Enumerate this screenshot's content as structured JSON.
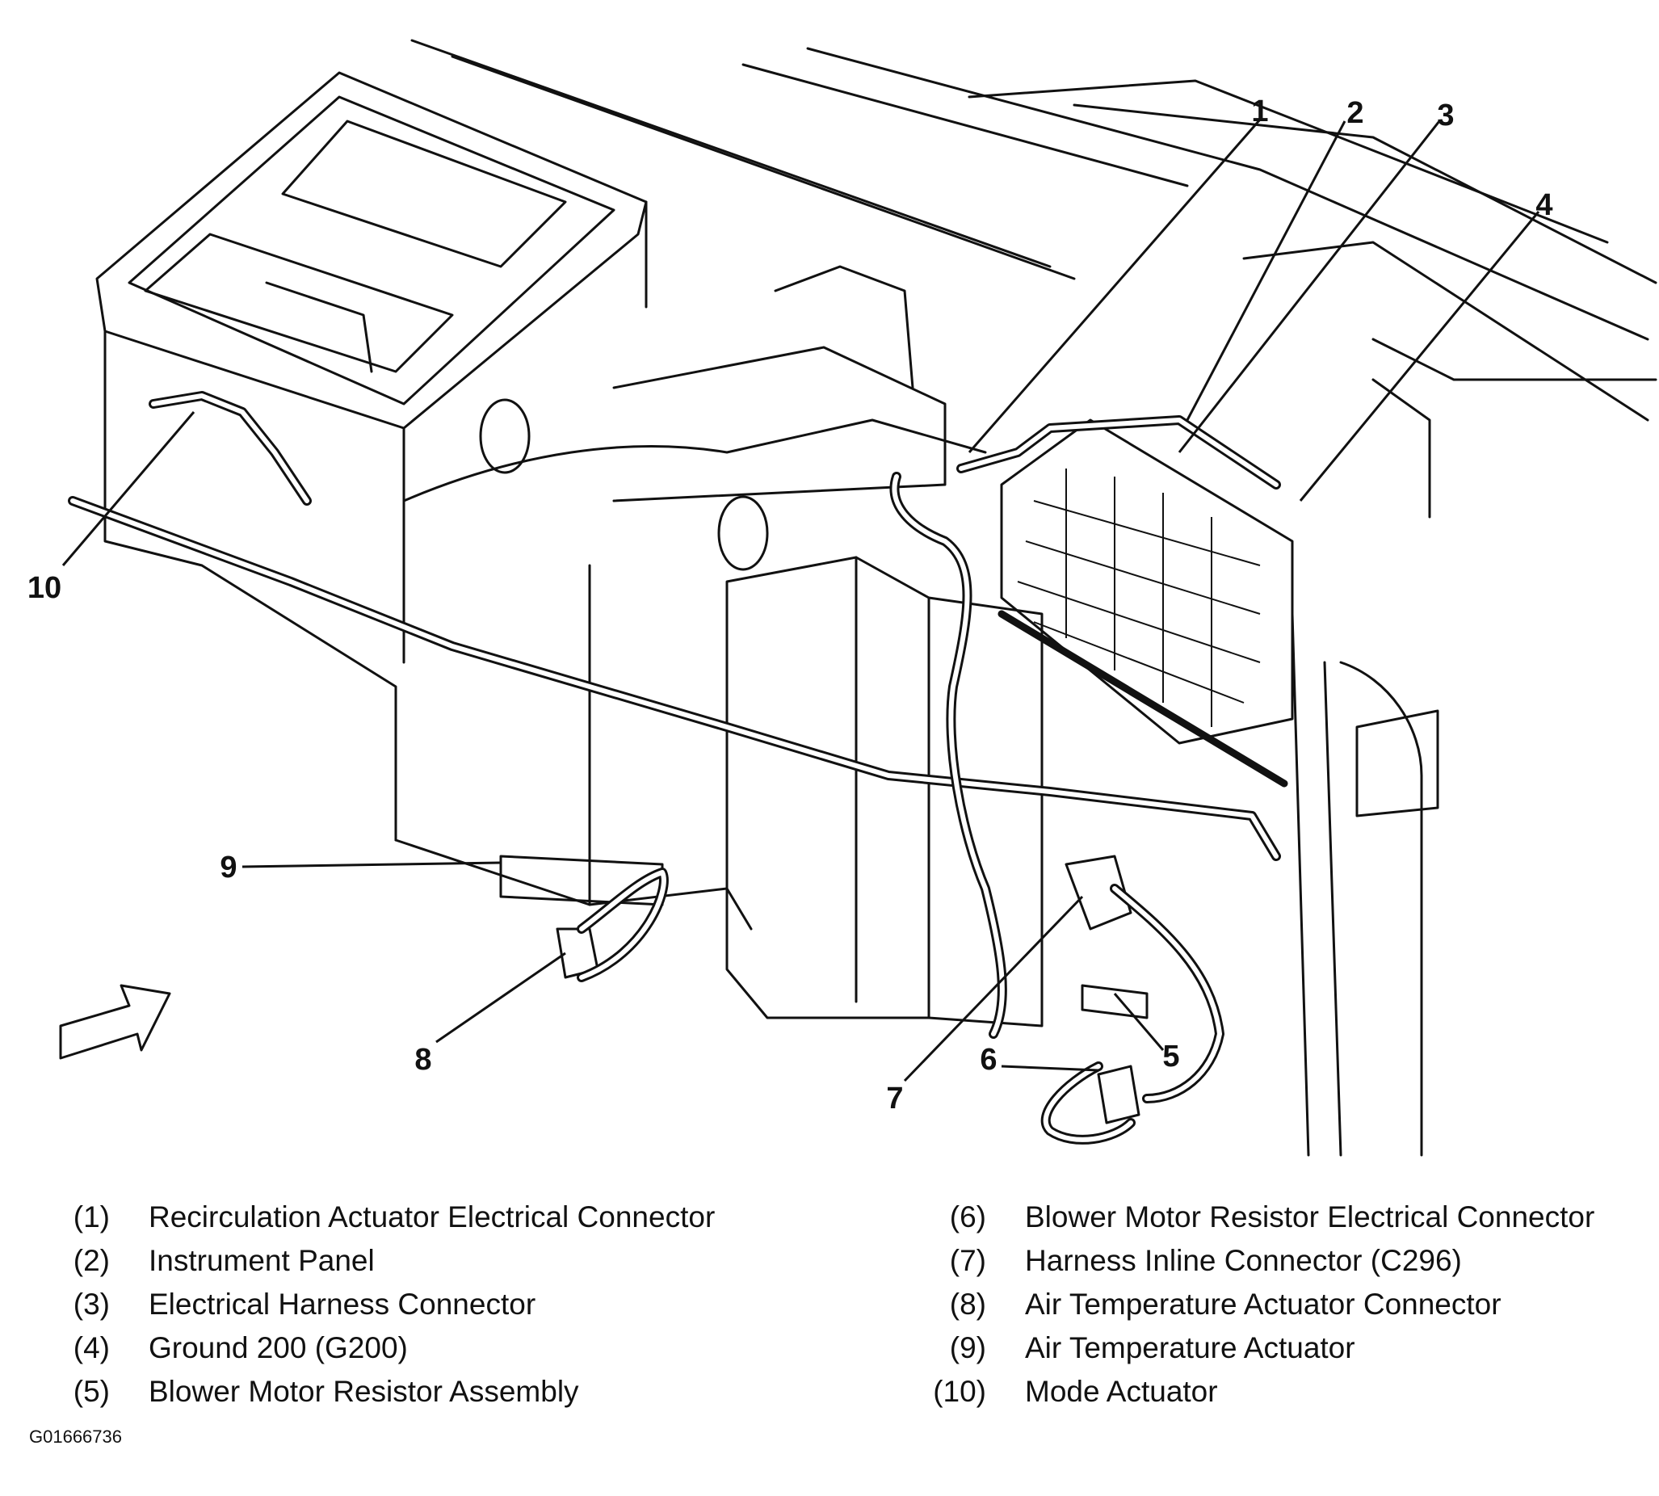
{
  "callouts": [
    "1",
    "2",
    "3",
    "4",
    "5",
    "6",
    "7",
    "8",
    "9",
    "10"
  ],
  "legend": {
    "left": [
      {
        "num": "(1)",
        "text": "Recirculation Actuator Electrical Connector"
      },
      {
        "num": "(2)",
        "text": "Instrument Panel"
      },
      {
        "num": "(3)",
        "text": "Electrical Harness Connector"
      },
      {
        "num": "(4)",
        "text": "Ground 200 (G200)"
      },
      {
        "num": "(5)",
        "text": "Blower Motor Resistor Assembly"
      }
    ],
    "right": [
      {
        "num": "(6)",
        "text": "Blower Motor Resistor Electrical Connector"
      },
      {
        "num": "(7)",
        "text": "Harness Inline Connector (C296)"
      },
      {
        "num": "(8)",
        "text": "Air Temperature Actuator Connector"
      },
      {
        "num": "(9)",
        "text": "Air Temperature Actuator"
      },
      {
        "num": "(10)",
        "text": "Mode Actuator"
      }
    ]
  },
  "figure_id": "G01666736"
}
